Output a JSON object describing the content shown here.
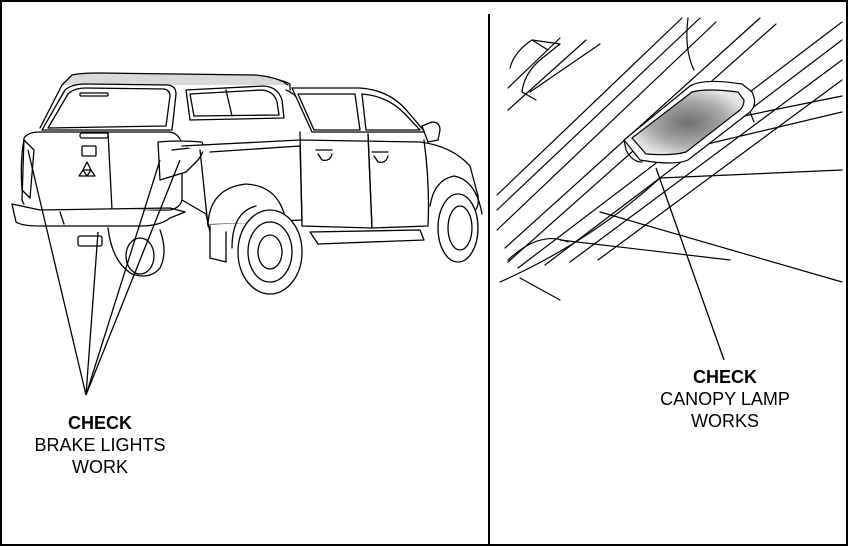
{
  "left_panel": {
    "callout": {
      "check": "CHECK",
      "line1": "BRAKE LIGHTS",
      "line2": "WORK"
    }
  },
  "right_panel": {
    "callout": {
      "check": "CHECK",
      "line1": "CANOPY LAMP",
      "line2": "WORKS"
    }
  },
  "colors": {
    "line": "#000000",
    "background": "#ffffff",
    "lamp_lens": "#9a9a9a"
  }
}
